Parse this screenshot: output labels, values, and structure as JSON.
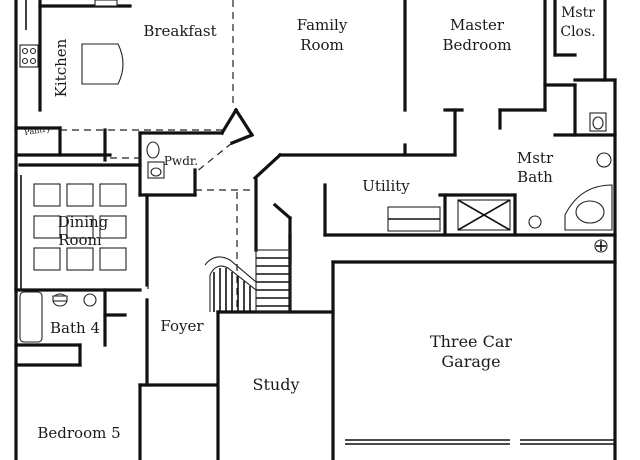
{
  "rooms": {
    "kitchen": "Kitchen",
    "pantry": "Pantry",
    "breakfast": "Breakfast",
    "family_room": [
      "Family",
      "Room"
    ],
    "master_bedroom": [
      "Master",
      "Bedroom"
    ],
    "master_closet": [
      "Mstr",
      "Clos."
    ],
    "powder": "Pwdr.",
    "master_bath": [
      "Mstr",
      "Bath"
    ],
    "utility": "Utility",
    "dining_room": [
      "Dining",
      "Room"
    ],
    "bath_4": "Bath 4",
    "foyer": "Foyer",
    "three_car_garage": [
      "Three Car",
      "Garage"
    ],
    "study": "Study",
    "bedroom_5": "Bedroom 5"
  }
}
